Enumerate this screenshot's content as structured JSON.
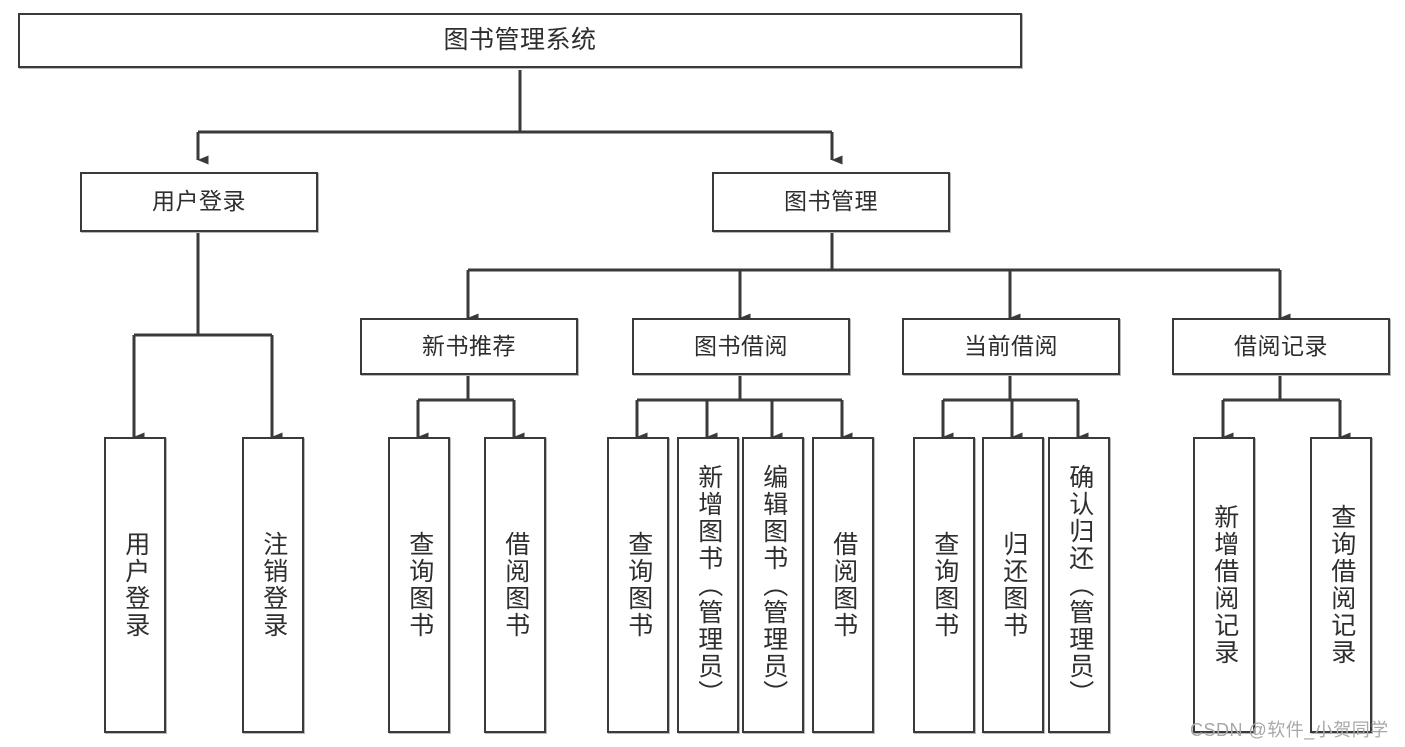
{
  "diagram": {
    "title_node": {
      "label": "图书管理系统"
    },
    "level2": [
      {
        "label": "用户登录"
      },
      {
        "label": "图书管理"
      }
    ],
    "level3": [
      {
        "label": "新书推荐"
      },
      {
        "label": "图书借阅"
      },
      {
        "label": "当前借阅"
      },
      {
        "label": "借阅记录"
      }
    ],
    "leaves": {
      "user_login": [
        {
          "label": "用户登录"
        },
        {
          "label": "注销登录"
        }
      ],
      "new_book_recommend": [
        {
          "label": "查询图书"
        },
        {
          "label": "借阅图书"
        }
      ],
      "book_borrow": [
        {
          "label": "查询图书"
        },
        {
          "label": "新增图书（管理员）"
        },
        {
          "label": "编辑图书（管理员）"
        },
        {
          "label": "借阅图书"
        }
      ],
      "current_borrow": [
        {
          "label": "查询图书"
        },
        {
          "label": "归还图书"
        },
        {
          "label": "确认归还（管理员）"
        }
      ],
      "borrow_record": [
        {
          "label": "新增借阅记录"
        },
        {
          "label": "查询借阅记录"
        }
      ]
    }
  },
  "watermark": {
    "text": "CSDN @软件_小贺同学"
  },
  "colors": {
    "stroke": "#3a3a3a",
    "shadow": "#b9b9b9",
    "text": "#2e2e2e",
    "watermark": "#a8a8a8",
    "background": "#ffffff"
  }
}
